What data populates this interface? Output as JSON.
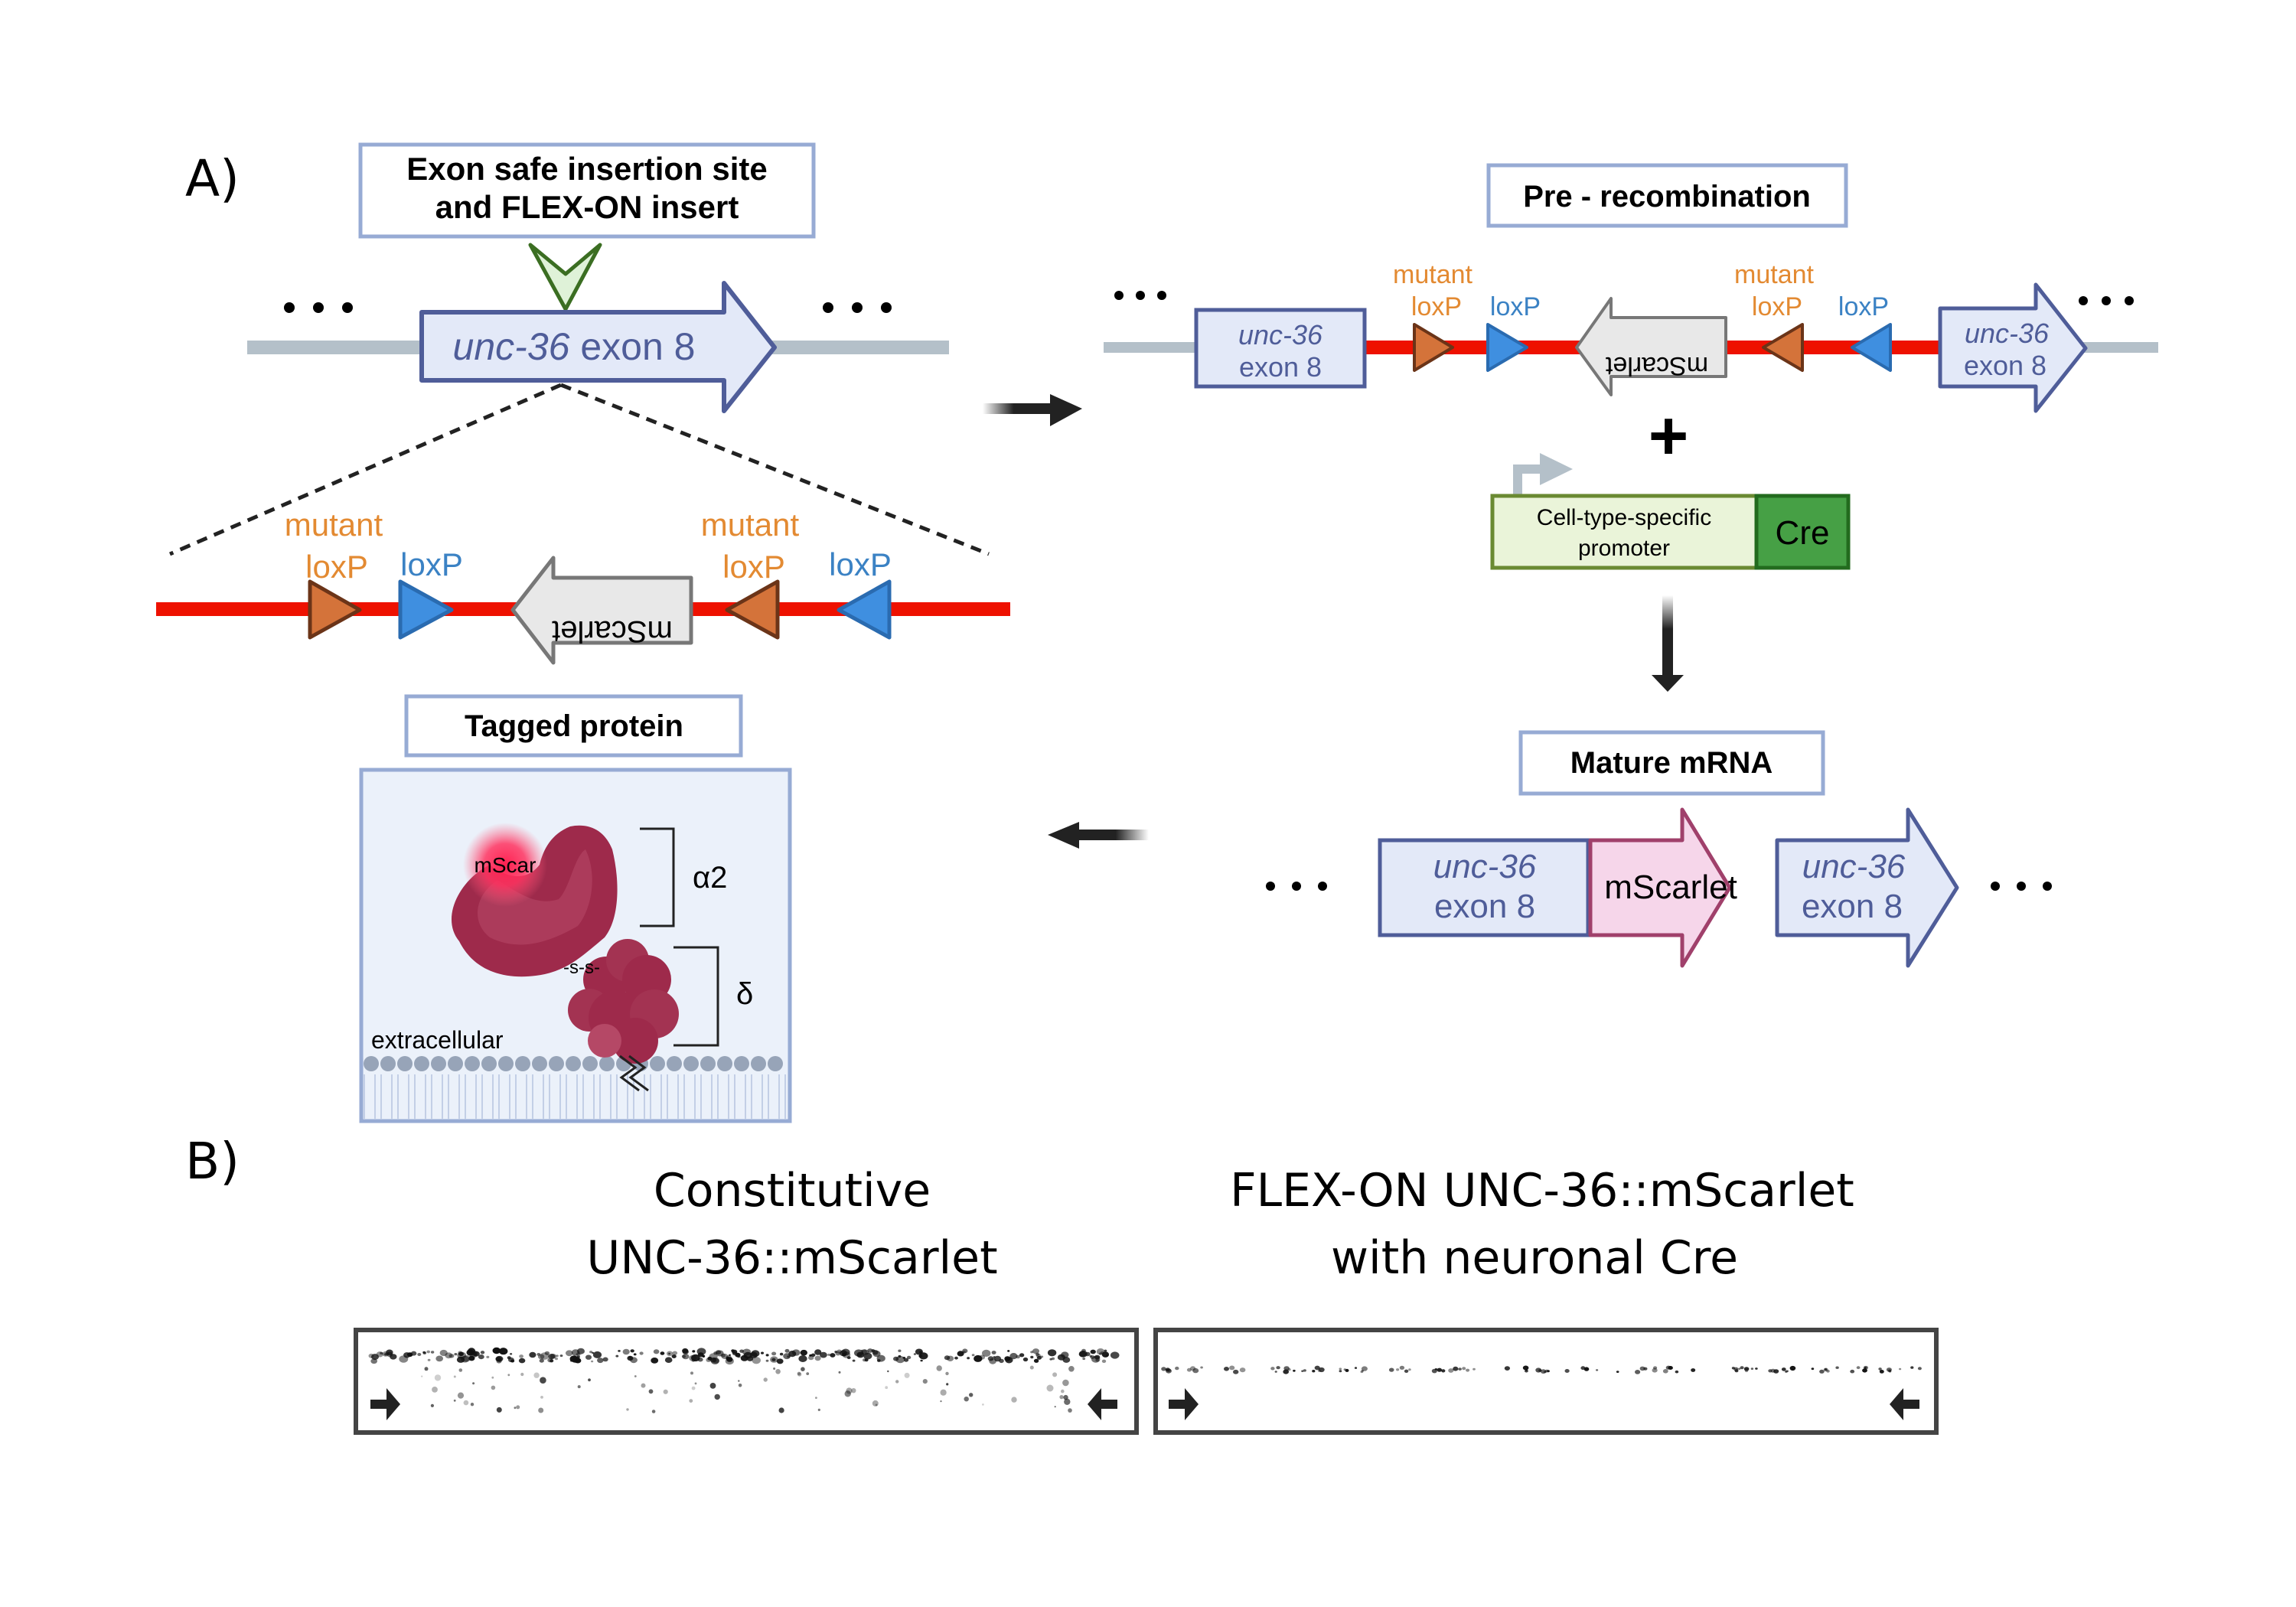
{
  "panels": {
    "a_label": "A)",
    "b_label": "B)"
  },
  "panel_a": {
    "insertion_box": {
      "line1": "Exon safe insertion site",
      "line2": "and FLEX-ON insert"
    },
    "genomic_exon": {
      "gene_italic": "unc-36",
      "suffix": " exon 8"
    },
    "ellipsis": "• • •",
    "insert": {
      "elements": [
        {
          "type": "mutant-loxP",
          "label_top": "mutant",
          "label_bottom": "loxP",
          "orientation": "forward",
          "color": "#d4733a"
        },
        {
          "type": "loxP",
          "label": "loxP",
          "orientation": "forward",
          "color": "#3f8fe0"
        },
        {
          "type": "cds",
          "label": "mScarlet",
          "orientation": "reverse",
          "color": "#e8e8e8"
        },
        {
          "type": "mutant-loxP",
          "label_top": "mutant",
          "label_bottom": "loxP",
          "orientation": "reverse",
          "color": "#d4733a"
        },
        {
          "type": "loxP",
          "label": "loxP",
          "orientation": "reverse",
          "color": "#3f8fe0"
        }
      ]
    },
    "pre_recombination": {
      "title": "Pre - recombination",
      "left_exon": {
        "gene_italic": "unc-36",
        "line2": "exon 8"
      },
      "right_exon": {
        "gene_italic": "unc-36",
        "line2": "exon 8"
      },
      "mscarlet_label": "mScarlet",
      "mutant_label": "mutant",
      "loxp_label": "loxP"
    },
    "plus_sign": "+",
    "cre_construct": {
      "promoter_line1": "Cell-type-specific",
      "promoter_line2": "promoter",
      "cre_label": "Cre"
    },
    "mature_mrna": {
      "title": "Mature mRNA",
      "left_exon": {
        "gene_italic": "unc-36",
        "line2": "exon 8"
      },
      "insert_label": "mScarlet",
      "right_exon": {
        "gene_italic": "unc-36",
        "line2": "exon 8"
      }
    },
    "tagged_protein": {
      "title": "Tagged protein",
      "tag_label": "mScar",
      "alpha_label": "α2",
      "delta_label": "δ",
      "disulfide_label": "-s-s-",
      "membrane_label": "extracellular"
    }
  },
  "panel_b": {
    "left_title_line1": "Constitutive",
    "left_title_line2": "UNC-36::mScarlet",
    "right_title_line1": "FLEX-ON UNC-36::mScarlet",
    "right_title_line2": "with neuronal Cre"
  },
  "colors": {
    "exon_fill": "#e3e9f8",
    "exon_stroke": "#4f5d99",
    "label_box_stroke": "#97abd4",
    "insert_line": "#ee1100",
    "genomic_line": "#b4c0c9",
    "mscarlet_fill": "#f6d6ea",
    "mscarlet_stroke": "#a0406b",
    "mscarlet_text": "#c8302b",
    "promoter_fill": "#eaf4d9",
    "promoter_stroke": "#6a8a32",
    "cre_fill": "#46a045",
    "cre_stroke": "#236b1e",
    "protein": "#9e2a4b"
  }
}
